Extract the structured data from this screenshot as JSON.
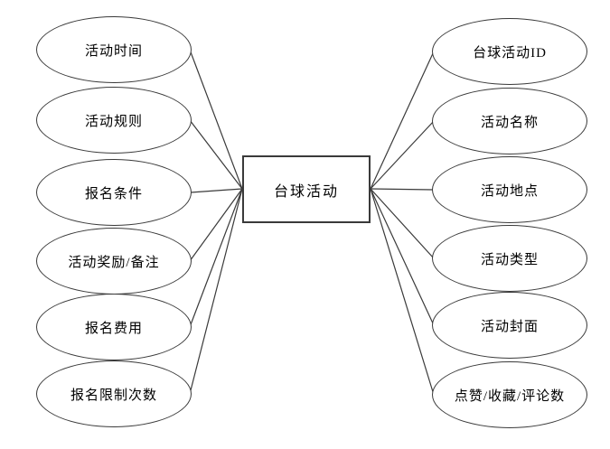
{
  "colors": {
    "stroke": "#3a3a3a",
    "text": "#000000",
    "background": "#ffffff"
  },
  "diagram": {
    "type": "er-attribute-diagram",
    "entity": {
      "label": "台球活动"
    },
    "left_attributes": [
      {
        "label": "活动时间"
      },
      {
        "label": "活动规则"
      },
      {
        "label": "报名条件"
      },
      {
        "label": "活动奖励/备注"
      },
      {
        "label": "报名费用"
      },
      {
        "label": "报名限制次数"
      }
    ],
    "right_attributes": [
      {
        "label": "台球活动ID"
      },
      {
        "label": "活动名称"
      },
      {
        "label": "活动地点"
      },
      {
        "label": "活动类型"
      },
      {
        "label": "活动封面"
      },
      {
        "label": "点赞/收藏/评论数"
      }
    ]
  }
}
